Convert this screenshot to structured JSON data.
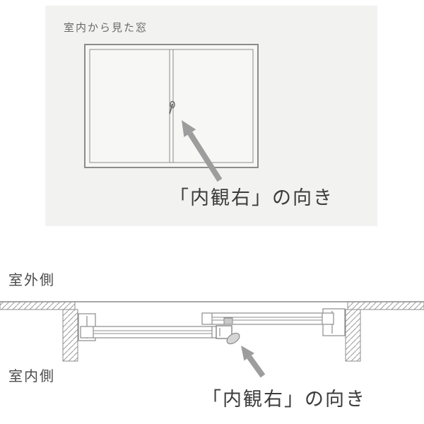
{
  "top_panel": {
    "title": "室内から見た窓",
    "caption": "「内観右」の向き"
  },
  "cross_section": {
    "outdoor_label": "室外側",
    "indoor_label": "室内側",
    "caption": "「内観右」の向き"
  },
  "icons": {
    "top_arrow": "direction-arrow-icon",
    "bottom_arrow": "direction-arrow-icon",
    "crescent_lock": "crescent-lock-icon"
  },
  "colors": {
    "panel_bg": "#f2f2f1",
    "line_gray": "#8c8c8c",
    "arrow_gray": "#9d9d9d",
    "caption_text": "#3c3c3c",
    "label_text": "#4c4c4c"
  }
}
